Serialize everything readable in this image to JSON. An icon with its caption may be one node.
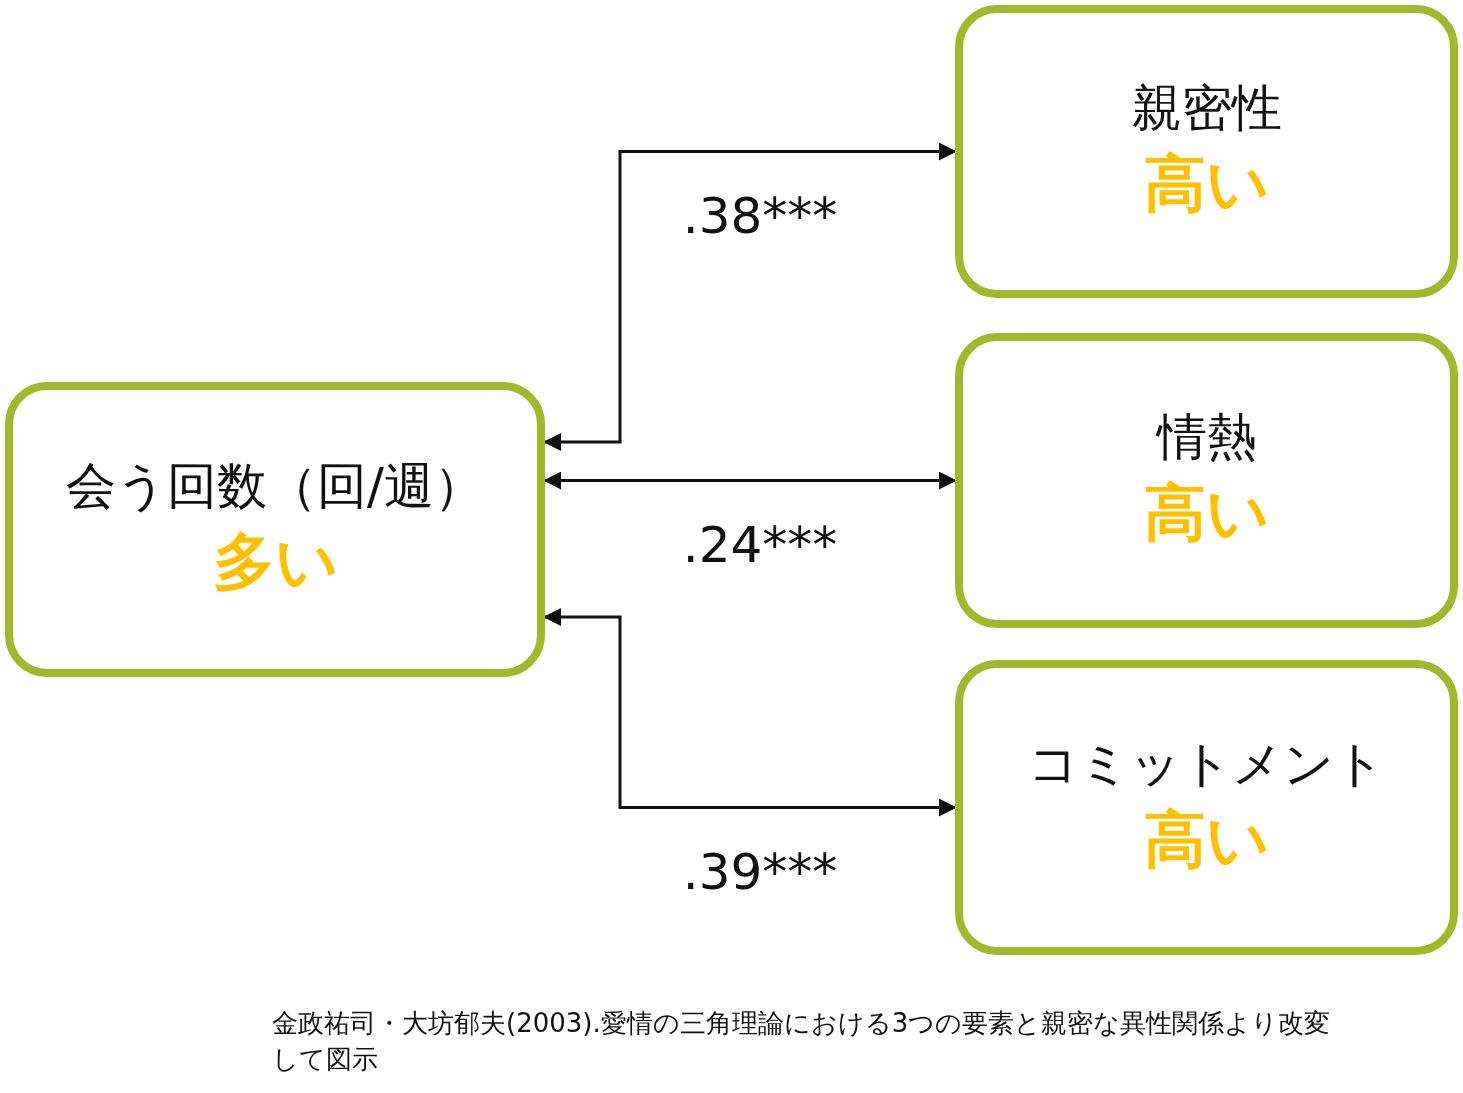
{
  "diagram": {
    "caption": "金政祐司・大坊郁夫(2003).愛情の三角理論における3つの要素と親密な異性関係より改変して図示",
    "nodes": [
      {
        "text": [
          "会う回数（回/週）",
          "多い"
        ]
      },
      {
        "text": [
          "親密性",
          "高い"
        ]
      },
      {
        "text": [
          "情熱",
          "高い"
        ]
      },
      {
        "text": [
          "コミットメント",
          "高い"
        ]
      }
    ],
    "edges": [
      {
        "from": 0,
        "to": 1,
        "arrow": "both",
        "label": ".38***"
      },
      {
        "from": 0,
        "to": 2,
        "arrow": "both",
        "label": ".24***"
      },
      {
        "from": 0,
        "to": 3,
        "arrow": "both",
        "label": ".39***"
      }
    ]
  }
}
